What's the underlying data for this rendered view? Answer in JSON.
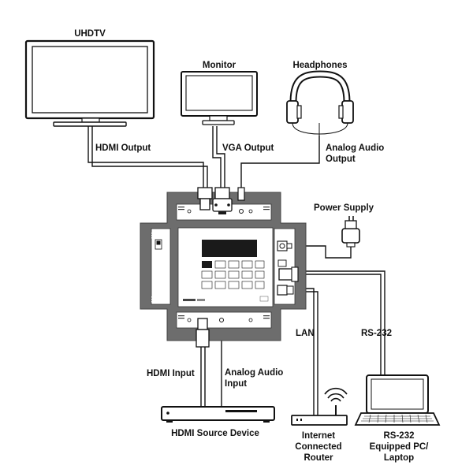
{
  "labels": {
    "uhdtv": "UHDTV",
    "monitor": "Monitor",
    "headphones": "Headphones",
    "hdmi_output": "HDMI Output",
    "vga_output": "VGA Output",
    "analog_audio_output_1": "Analog Audio",
    "analog_audio_output_2": "Output",
    "power_supply": "Power Supply",
    "lan": "LAN",
    "rs232": "RS-232",
    "hdmi_input": "HDMI Input",
    "analog_audio_input_1": "Analog Audio",
    "analog_audio_input_2": "Input",
    "hdmi_source_device": "HDMI Source Device",
    "router_1": "Internet",
    "router_2": "Connected",
    "router_3": "Router",
    "pc_1": "RS-232",
    "pc_2": "Equipped PC/",
    "pc_3": "Laptop"
  },
  "colors": {
    "frame": "#6d6d6d",
    "line": "#111111",
    "panel": "#ffffff",
    "display": "#1a1a1a"
  }
}
